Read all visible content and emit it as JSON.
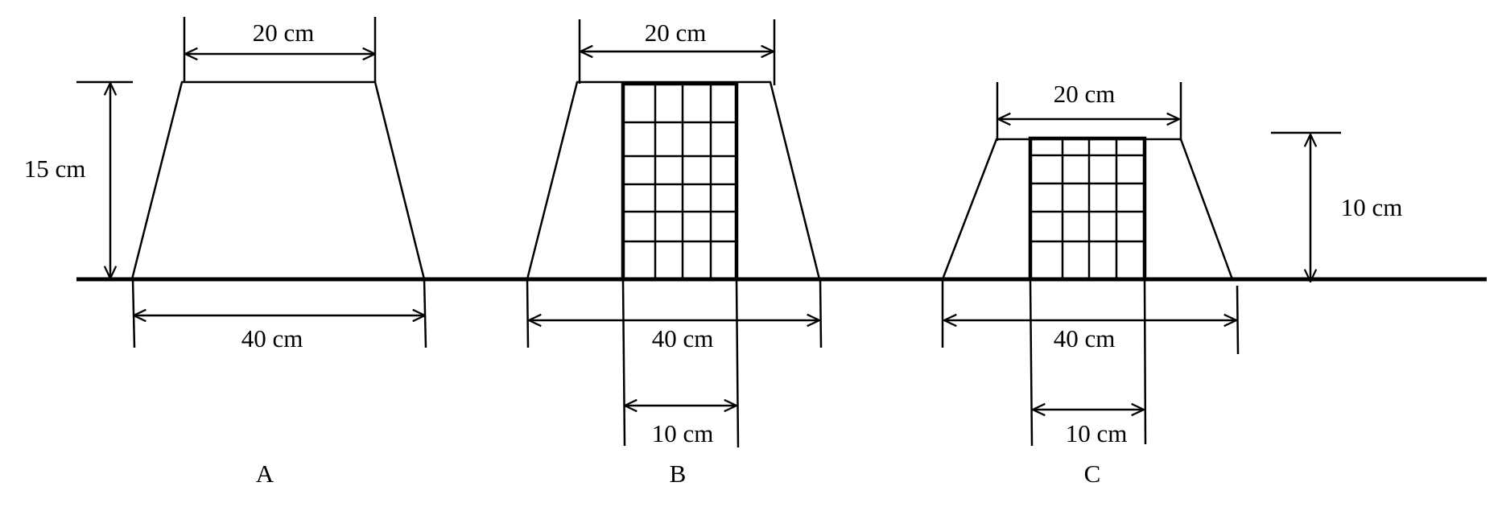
{
  "diagram": {
    "colors": {
      "stroke": "#000000",
      "background": "#ffffff"
    },
    "A": {
      "label": "A",
      "top_width": "20 cm",
      "bottom_width": "40 cm",
      "height": "15 cm"
    },
    "B": {
      "label": "B",
      "top_width": "20 cm",
      "bottom_width": "40 cm",
      "inner_width": "10 cm",
      "grid_rows": 6,
      "grid_cols": 4
    },
    "C": {
      "label": "C",
      "top_width": "20 cm",
      "bottom_width": "40 cm",
      "inner_width": "10 cm",
      "height": "10 cm",
      "grid_rows": 5,
      "grid_cols": 4
    }
  }
}
